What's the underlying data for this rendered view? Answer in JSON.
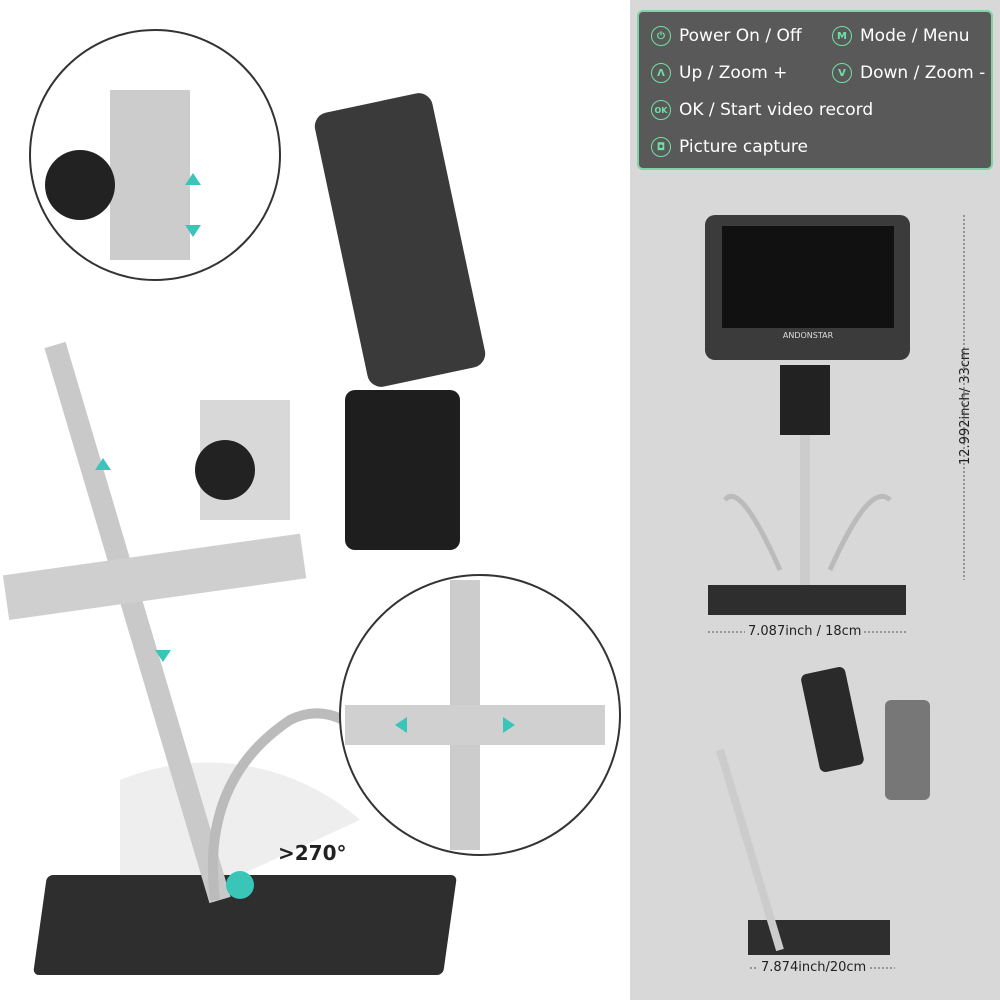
{
  "legend": [
    {
      "icon": "power-icon",
      "glyph": "⏻",
      "label": "Power On / Off"
    },
    {
      "icon": "mode-icon",
      "glyph": "M",
      "label": "Mode / Menu"
    },
    {
      "icon": "up-icon",
      "glyph": "Λ",
      "label": "Up / Zoom +"
    },
    {
      "icon": "down-icon",
      "glyph": "V",
      "label": "Down / Zoom -"
    },
    {
      "icon": "ok-icon",
      "glyph": "OK",
      "label": "OK / Start video record"
    },
    {
      "icon": "camera-icon",
      "glyph": "◘",
      "label": "Picture capture"
    }
  ],
  "front_view": {
    "brand": "ANDONSTAR",
    "height": "12.992inch/ 33cm",
    "width": "7.087inch / 18cm"
  },
  "side_view": {
    "width": "7.874inch/20cm"
  },
  "rotation": {
    "label": ">270°"
  },
  "colors": {
    "accent": "#6fe0a6",
    "panel": "#595959",
    "arrow": "#39c6b8"
  }
}
